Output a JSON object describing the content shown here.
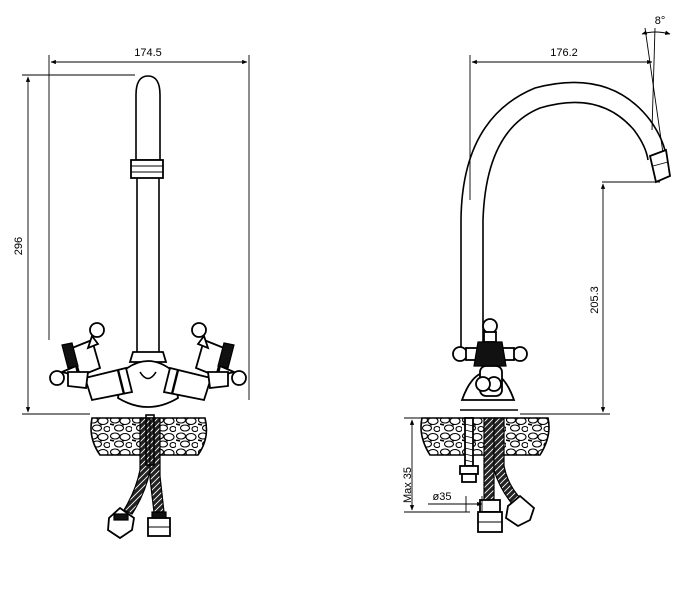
{
  "dimensions": {
    "front_width": "174.5",
    "front_height": "296",
    "side_reach": "176.2",
    "spout_angle": "8°",
    "spout_height": "205.3",
    "max_thickness": "Max 35",
    "hole_diameter": "ø35"
  },
  "colors": {
    "line": "#000000",
    "background": "#ffffff"
  }
}
